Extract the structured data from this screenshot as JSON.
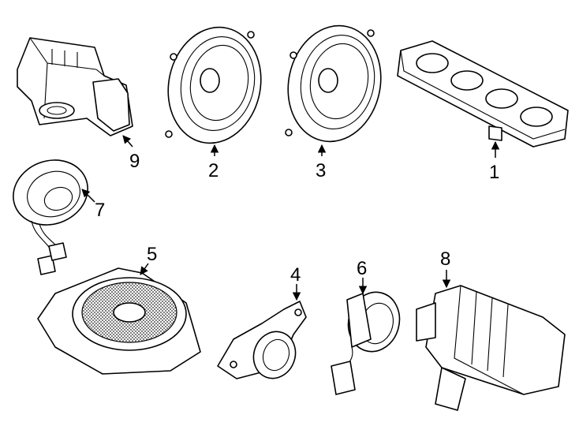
{
  "callouts": [
    {
      "id": "p1",
      "label": "1"
    },
    {
      "id": "p2",
      "label": "2"
    },
    {
      "id": "p3",
      "label": "3"
    },
    {
      "id": "p4",
      "label": "4"
    },
    {
      "id": "p5",
      "label": "5"
    },
    {
      "id": "p6",
      "label": "6"
    },
    {
      "id": "p7",
      "label": "7"
    },
    {
      "id": "p8",
      "label": "8"
    },
    {
      "id": "p9",
      "label": "9"
    }
  ]
}
